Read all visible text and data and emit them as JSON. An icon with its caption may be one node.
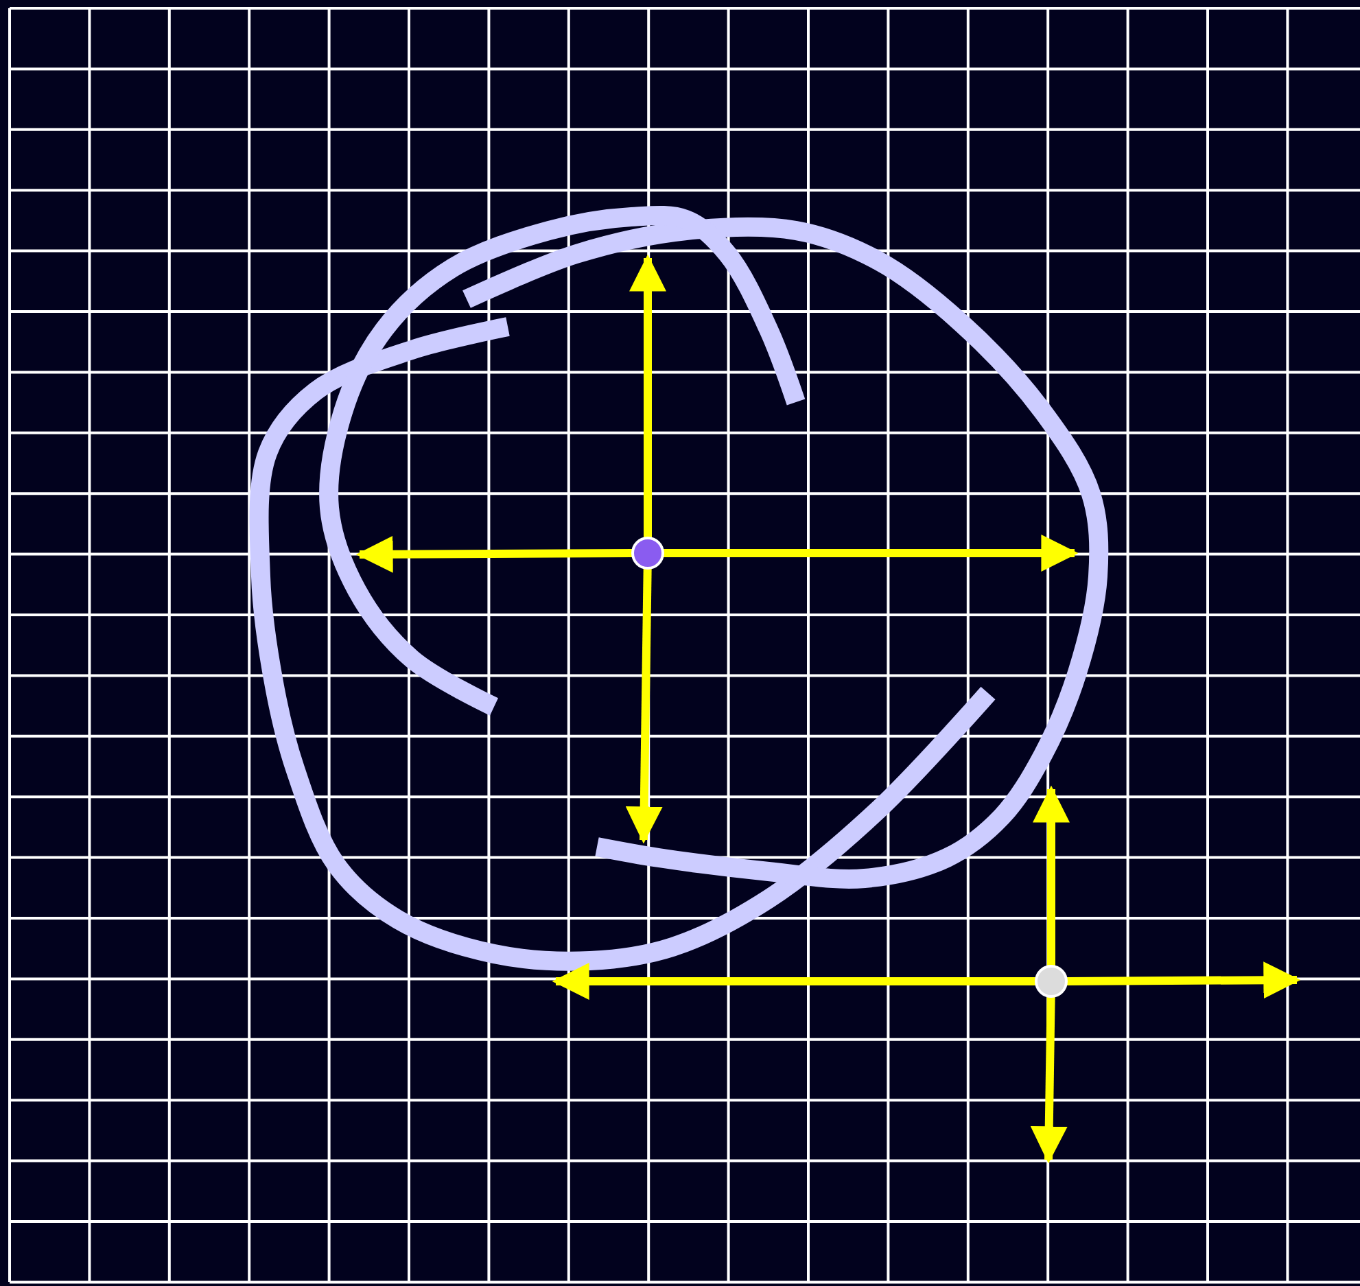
{
  "diagram": {
    "nodes": [
      {
        "text": [],
        "shape": "circle"
      },
      {
        "text": [],
        "shape": "circle"
      }
    ],
    "edges": [
      {
        "from": 0,
        "to": null,
        "arrow": "to"
      },
      {
        "from": 0,
        "to": null,
        "arrow": "to"
      },
      {
        "from": 0,
        "to": null,
        "arrow": "to"
      },
      {
        "from": 0,
        "to": null,
        "arrow": "to"
      },
      {
        "from": 1,
        "to": null,
        "arrow": "to"
      },
      {
        "from": 1,
        "to": null,
        "arrow": "to"
      },
      {
        "from": 1,
        "to": null,
        "arrow": "to"
      },
      {
        "from": 1,
        "to": null,
        "arrow": "to"
      }
    ]
  }
}
